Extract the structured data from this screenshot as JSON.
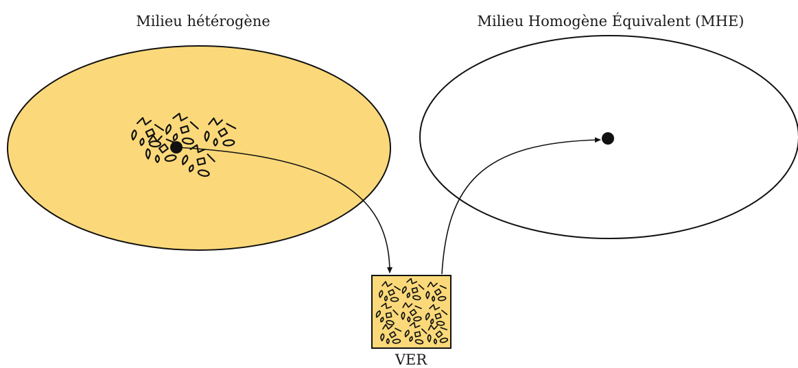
{
  "labels": {
    "left_title": "Milieu hétérogène",
    "right_title": "Milieu Homogène Équivalent (MHE)",
    "rve_label": "VER"
  },
  "colors": {
    "heterogeneous_fill": "#FBD97A",
    "stroke": "#111111",
    "background": "#FFFFFF"
  }
}
